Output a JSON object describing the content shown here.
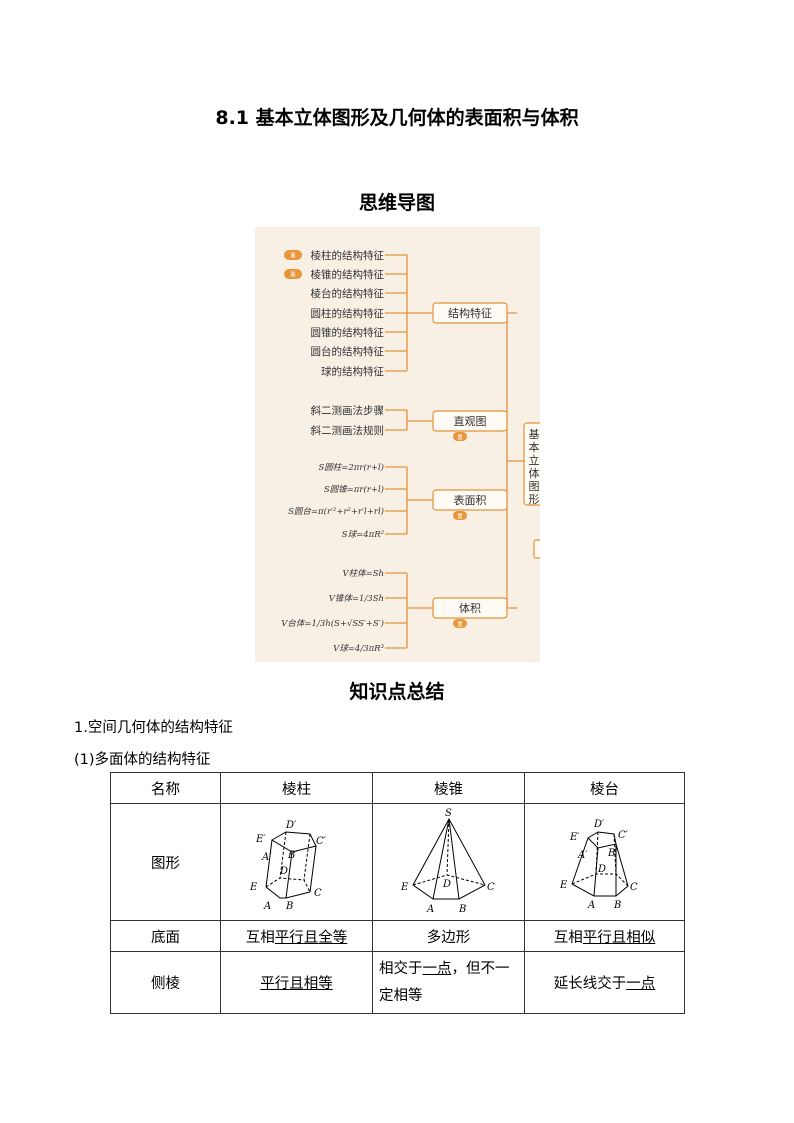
{
  "doc_title": "8.1  基本立体图形及几何体的表面积与体积",
  "mindmap_heading": "思维导图",
  "mindmap": {
    "root": "基本立体图形",
    "badge": "重",
    "categories": [
      "结构特征",
      "直观图",
      "表面积",
      "体积"
    ],
    "leaves_structure": [
      "棱柱的结构特征",
      "棱锥的结构特征",
      "棱台的结构特征",
      "圆柱的结构特征",
      "圆锥的结构特征",
      "圆台的结构特征",
      "球的结构特征"
    ],
    "leaves_view": [
      "斜二测画法步骤",
      "斜二测画法规则"
    ],
    "leaves_area": [
      "S圆柱=2πr(r+l)",
      "S圆锥=πr(r+l)",
      "S圆台=π(r′²+r²+r′l+rl)",
      "S球=4πR²"
    ],
    "leaves_volume": [
      "V柱体=Sh",
      "V锥体=1/3Sh",
      "V台体=1/3h(S+√SS′+S′)",
      "V球=4/3πR³"
    ]
  },
  "knowledge_heading": "知识点总结",
  "section1": "1.空间几何体的结构特征",
  "subsection1": "(1)多面体的结构特征",
  "table": {
    "headers": [
      "名称",
      "棱柱",
      "棱锥",
      "棱台"
    ],
    "row_figure_label": "图形",
    "row_base": {
      "label": "底面",
      "prism": [
        "互相",
        "平行",
        "且",
        "全等"
      ],
      "pyramid": "多边形",
      "frustum": [
        "互相",
        "平行",
        "且",
        "相似"
      ]
    },
    "row_edge": {
      "label": "侧棱",
      "prism": [
        "平行",
        "且",
        "相等"
      ],
      "pyramid": [
        "相交于",
        "一点",
        "，但不一定相等"
      ],
      "frustum": [
        "延长线交于",
        "一点"
      ]
    },
    "figure_labels": {
      "prism": [
        "E′",
        "D′",
        "C′",
        "A′",
        "B′",
        "D",
        "E",
        "C",
        "A",
        "B"
      ],
      "pyramid": [
        "S",
        "E",
        "D",
        "C",
        "A",
        "B"
      ],
      "frustum": [
        "E′",
        "D′",
        "C′",
        "A′",
        "B′",
        "D",
        "E",
        "C",
        "A",
        "B"
      ]
    }
  },
  "colors": {
    "mindmap_bg": "#f8f0e4",
    "mindmap_line": "#e2933a",
    "badge": "#e8963c"
  }
}
